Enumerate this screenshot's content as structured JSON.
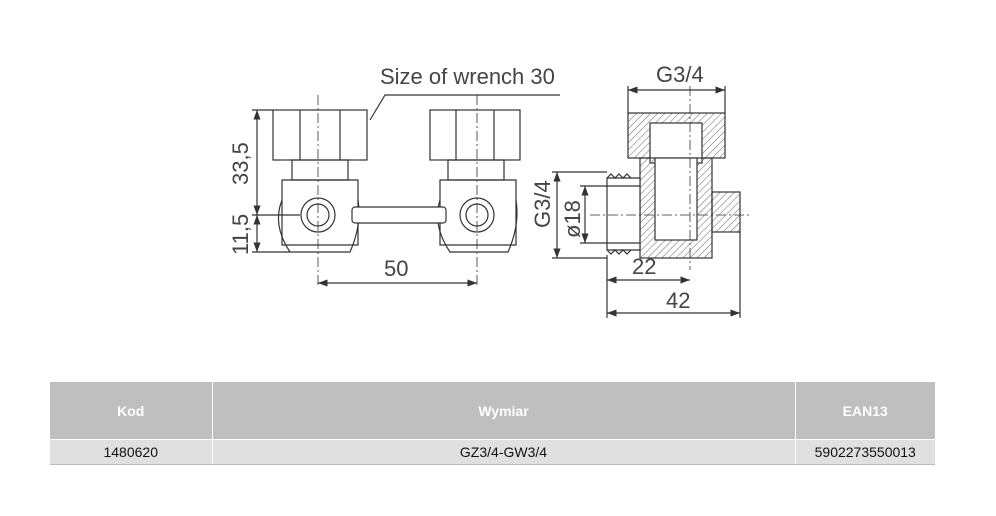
{
  "drawing": {
    "wrench_label": "Size of wrench 30",
    "dim_height_upper": "33,5",
    "dim_height_lower": "11,5",
    "dim_spacing": "50",
    "dim_top_thread": "G3/4",
    "dim_side_thread": "G3/4",
    "dim_diameter": "ø18",
    "dim_depth": "22",
    "dim_total": "42"
  },
  "table": {
    "headers": [
      "Kod",
      "Wymiar",
      "EAN13"
    ],
    "rows": [
      [
        "1480620",
        "GZ3/4-GW3/4",
        "5902273550013"
      ]
    ]
  }
}
